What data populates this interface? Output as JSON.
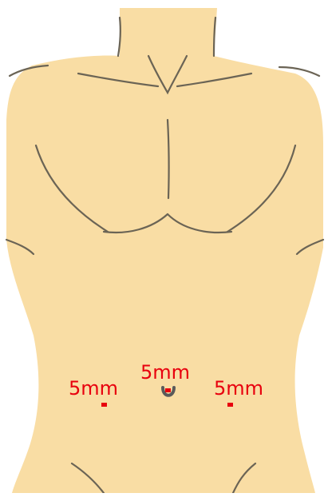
{
  "colors": {
    "skin": "#F9DDA4",
    "outline": "#6B6455",
    "marker": "#E8000E",
    "navel": "#5A5A5A"
  },
  "ports": [
    {
      "id": "port-left",
      "label": "5mm"
    },
    {
      "id": "port-umbilical",
      "label": "5mm"
    },
    {
      "id": "port-right",
      "label": "5mm"
    }
  ]
}
